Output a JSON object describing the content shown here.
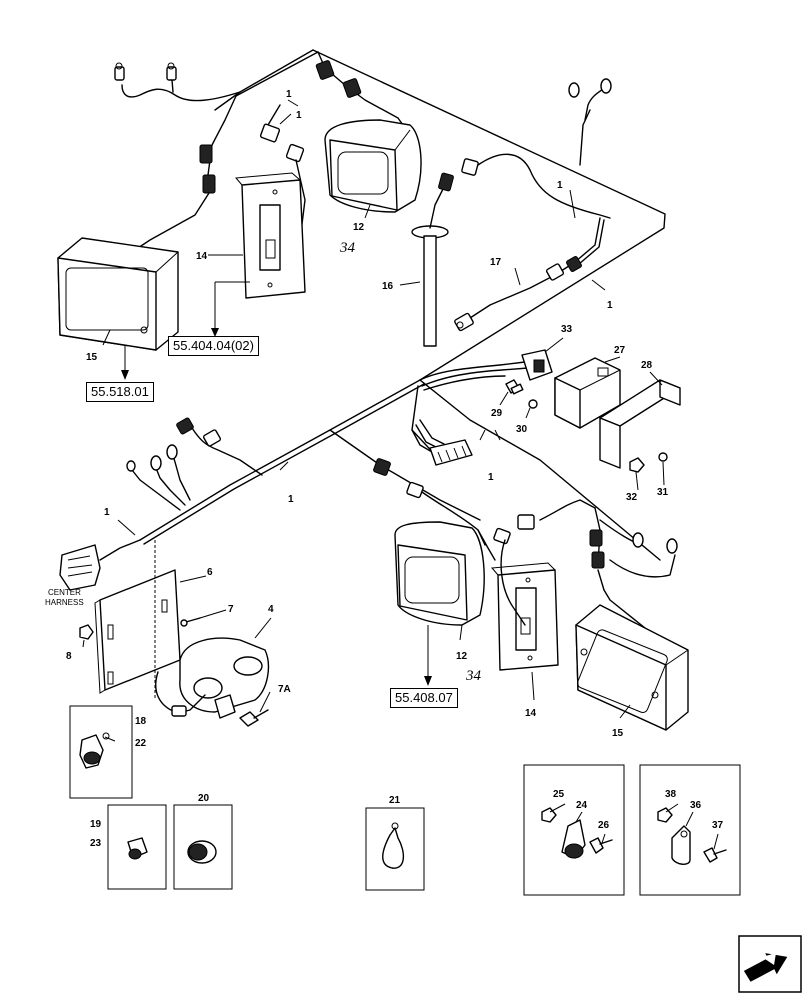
{
  "callouts": [
    {
      "key": "1a",
      "label": "1"
    },
    {
      "key": "1b",
      "label": "1"
    },
    {
      "key": "1c",
      "label": "1"
    },
    {
      "key": "1d",
      "label": "1"
    },
    {
      "key": "1e",
      "label": "1"
    },
    {
      "key": "1f",
      "label": "1"
    },
    {
      "key": "1g",
      "label": "1"
    },
    {
      "key": "4",
      "label": "4"
    },
    {
      "key": "6",
      "label": "6"
    },
    {
      "key": "7",
      "label": "7"
    },
    {
      "key": "7A",
      "label": "7A"
    },
    {
      "key": "8",
      "label": "8"
    },
    {
      "key": "12a",
      "label": "12"
    },
    {
      "key": "12b",
      "label": "12"
    },
    {
      "key": "14a",
      "label": "14"
    },
    {
      "key": "14b",
      "label": "14"
    },
    {
      "key": "15a",
      "label": "15"
    },
    {
      "key": "15b",
      "label": "15"
    },
    {
      "key": "16",
      "label": "16"
    },
    {
      "key": "17",
      "label": "17"
    },
    {
      "key": "18",
      "label": "18"
    },
    {
      "key": "19",
      "label": "19"
    },
    {
      "key": "20",
      "label": "20"
    },
    {
      "key": "21",
      "label": "21"
    },
    {
      "key": "22",
      "label": "22"
    },
    {
      "key": "23",
      "label": "23"
    },
    {
      "key": "24",
      "label": "24"
    },
    {
      "key": "25",
      "label": "25"
    },
    {
      "key": "26",
      "label": "26"
    },
    {
      "key": "27",
      "label": "27"
    },
    {
      "key": "28",
      "label": "28"
    },
    {
      "key": "29",
      "label": "29"
    },
    {
      "key": "30",
      "label": "30"
    },
    {
      "key": "31",
      "label": "31"
    },
    {
      "key": "32",
      "label": "32"
    },
    {
      "key": "33",
      "label": "33"
    },
    {
      "key": "36",
      "label": "36"
    },
    {
      "key": "37",
      "label": "37"
    },
    {
      "key": "38",
      "label": "38"
    }
  ],
  "handwritten": [
    "34",
    "34"
  ],
  "reference_boxes": {
    "ref_55_404": "55.404.04(02)",
    "ref_55_518": "55.518.01",
    "ref_55_408": "55.408.07"
  },
  "captions": {
    "center_harness_line1": "CENTER",
    "center_harness_line2": "HARNESS"
  },
  "icons": {
    "nav": "next-page-arrow-icon"
  }
}
